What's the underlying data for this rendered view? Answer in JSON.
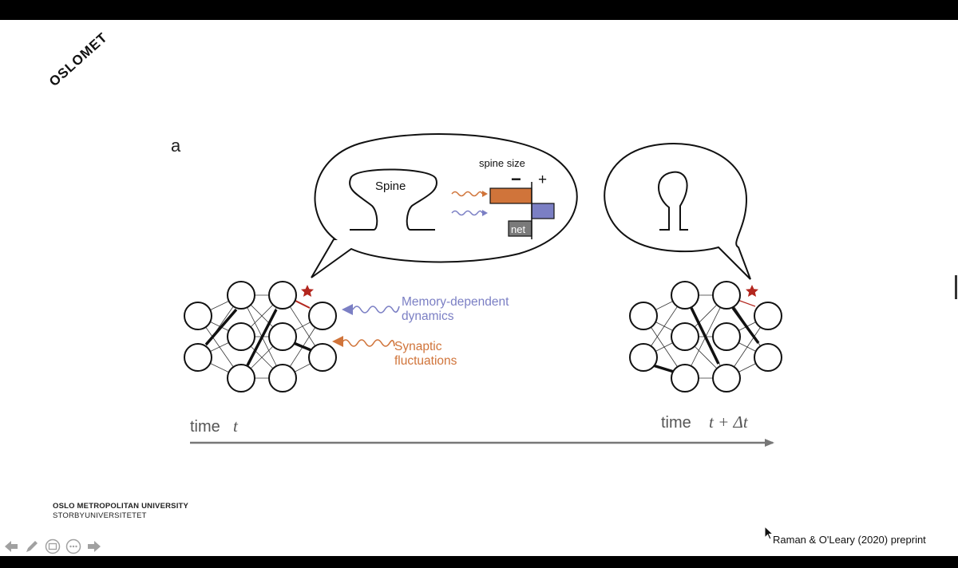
{
  "logo": {
    "text": "OSLOMET"
  },
  "panel_label": "a",
  "bubble_left": {
    "spine_label": "Spine",
    "spine_size_label": "spine size",
    "minus": "−",
    "plus": "+",
    "net_label": "net"
  },
  "annotations": {
    "memory_line1": "Memory-dependent",
    "memory_line2": "dynamics",
    "synaptic_line1": "Synaptic",
    "synaptic_line2": "fluctuations"
  },
  "timeline": {
    "start_label": "time",
    "start_var": "t",
    "end_label": "time",
    "end_var": "t + Δt"
  },
  "footer": {
    "university": "OSLO METROPOLITAN UNIVERSITY",
    "university_sub": "STORBYUNIVERSITETET",
    "citation": "Raman & O'Leary (2020) preprint"
  },
  "colors": {
    "orange": "#d0743a",
    "purple": "#7b7fc4",
    "star_red": "#b3261e",
    "net_gray": "#7a7a7a"
  },
  "icons": [
    "arrow-left-icon",
    "pen-icon",
    "slides-icon",
    "more-icon",
    "arrow-right-icon"
  ]
}
